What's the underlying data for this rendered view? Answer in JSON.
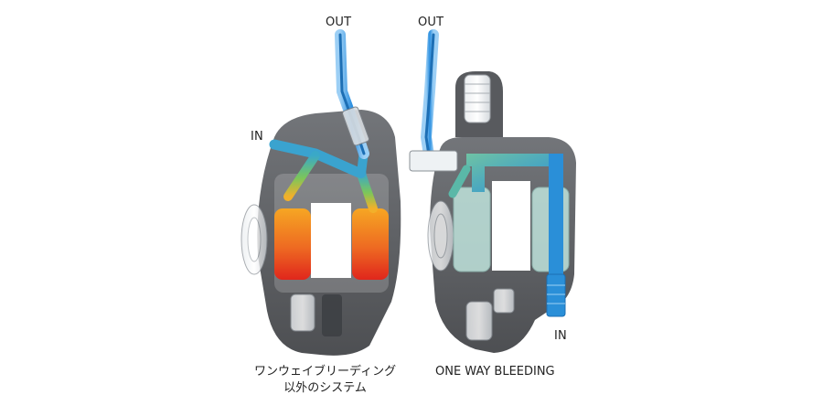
{
  "left_diagram": {
    "out_label": "OUT",
    "in_label": "IN",
    "caption_line1": "ワンウェイブリーディング",
    "caption_line2": "以外のシステム"
  },
  "right_diagram": {
    "out_label": "OUT",
    "in_label": "IN",
    "caption": "ONE WAY BLEEDING"
  },
  "colors": {
    "hose_blue": "#2b8fe0",
    "fluid_teal": "#3fb3b0",
    "hot_red": "#e8301e",
    "hot_orange": "#f39a1e",
    "body_dark": "#4a4d52"
  }
}
